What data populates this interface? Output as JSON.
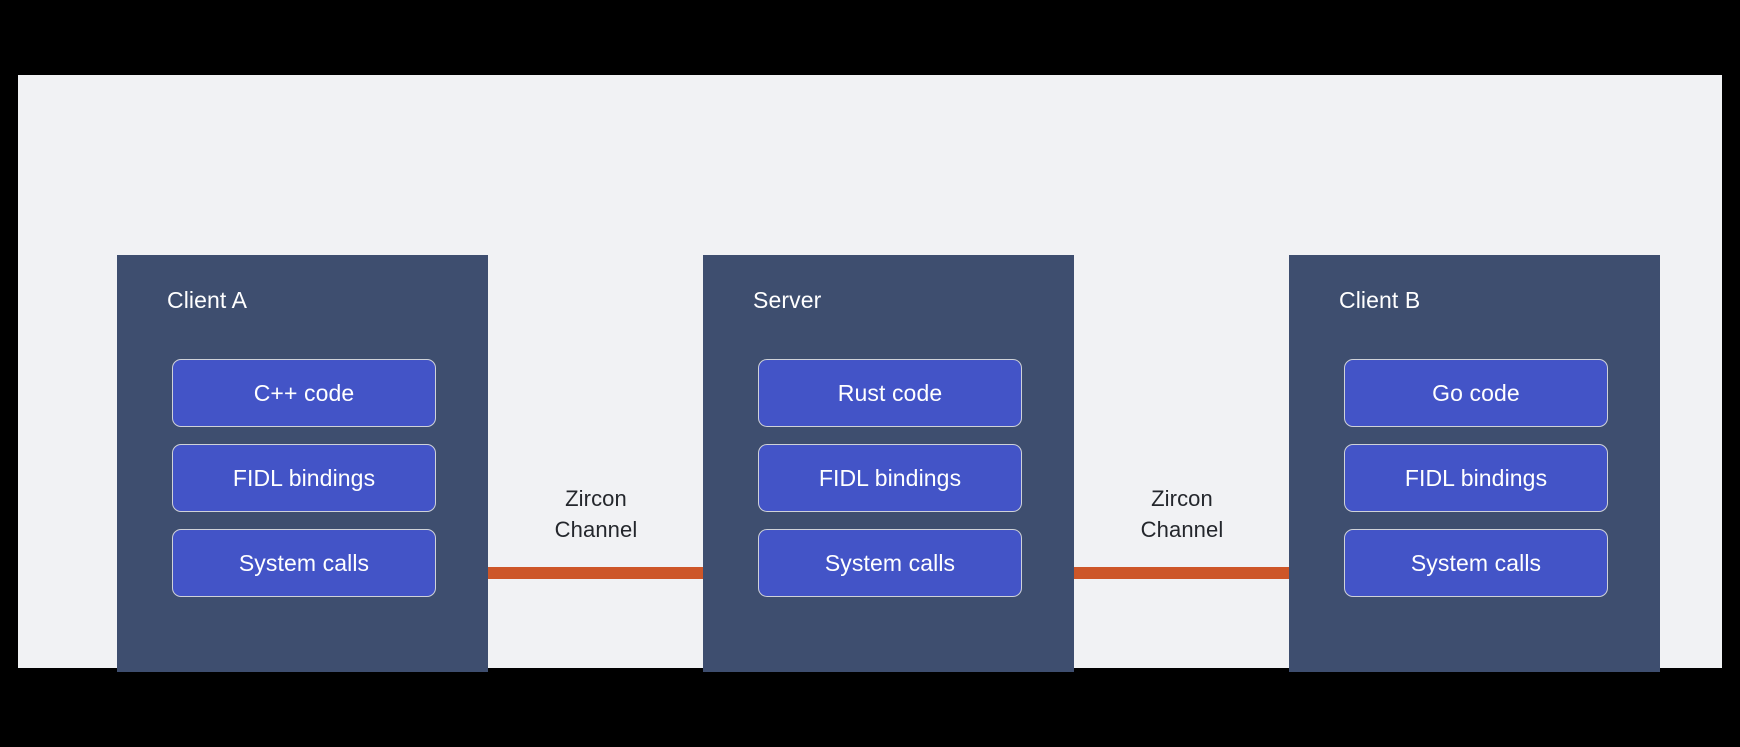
{
  "diagram": {
    "type": "architecture-block-diagram",
    "background_color": "#000000",
    "card_color": "#f1f2f4",
    "panel_color": "#3e4e6f",
    "box_color": "#4354c7",
    "box_border_color": "#cfd2d8",
    "connector_color": "#cd5628",
    "text_color_light": "#ffffff",
    "text_color_dark": "#24272c",
    "panels": [
      {
        "id": "client-a",
        "title": "Client A",
        "layers": [
          {
            "label": "C++ code"
          },
          {
            "label": "FIDL bindings"
          },
          {
            "label": "System calls"
          }
        ]
      },
      {
        "id": "server",
        "title": "Server",
        "layers": [
          {
            "label": "Rust code"
          },
          {
            "label": "FIDL bindings"
          },
          {
            "label": "System calls"
          }
        ]
      },
      {
        "id": "client-b",
        "title": "Client B",
        "layers": [
          {
            "label": "Go code"
          },
          {
            "label": "FIDL bindings"
          },
          {
            "label": "System calls"
          }
        ]
      }
    ],
    "connectors": [
      {
        "id": "channel-1",
        "from": "client-a",
        "to": "server",
        "label_line1": "Zircon",
        "label_line2": "Channel"
      },
      {
        "id": "channel-2",
        "from": "server",
        "to": "client-b",
        "label_line1": "Zircon",
        "label_line2": "Channel"
      }
    ]
  }
}
